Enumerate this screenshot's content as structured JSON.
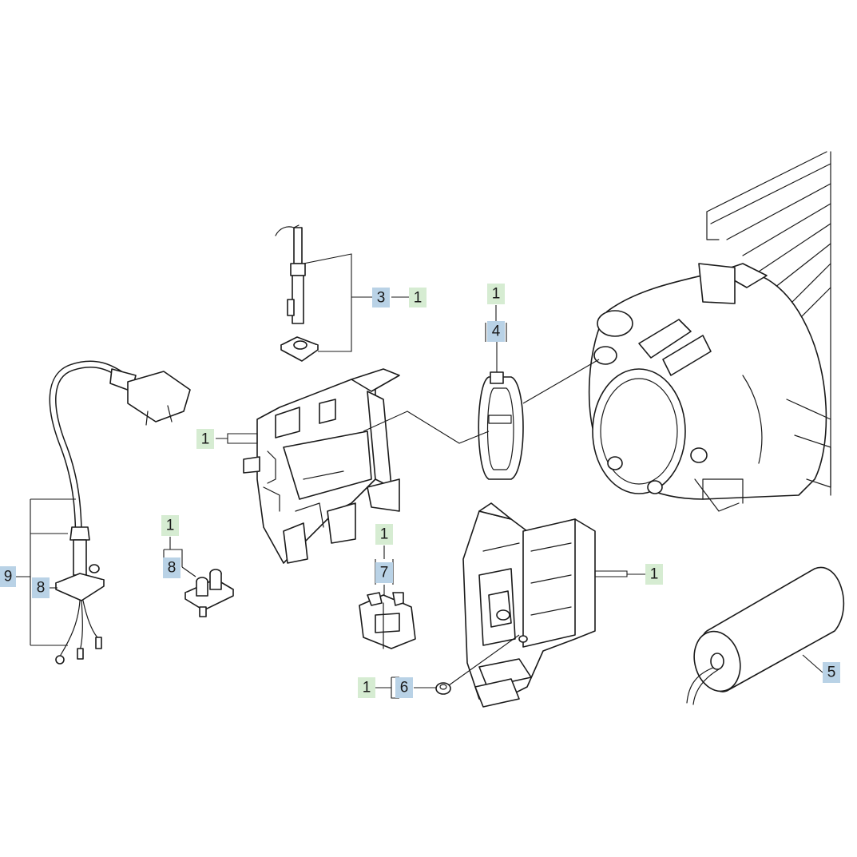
{
  "colors": {
    "qty_label_bg": "#d6ecd2",
    "part_label_bg": "#b9d2e6",
    "line": "#1a1a1a",
    "background": "#ffffff"
  },
  "labels": {
    "qty_3": "1",
    "part_3": "3",
    "qty_4": "1",
    "part_4": "4",
    "qty_housing_left": "1",
    "qty_8_mid": "1",
    "part_8_mid": "8",
    "qty_7": "1",
    "part_7": "7",
    "qty_housing_right": "1",
    "qty_6": "1",
    "part_6": "6",
    "part_9": "9",
    "part_8_left": "8",
    "part_5": "5"
  },
  "icons": {
    "motor": "motor-housing-icon",
    "cable": "power-cable-icon",
    "capacitor": "capacitor-icon",
    "switch": "switch-icon"
  }
}
